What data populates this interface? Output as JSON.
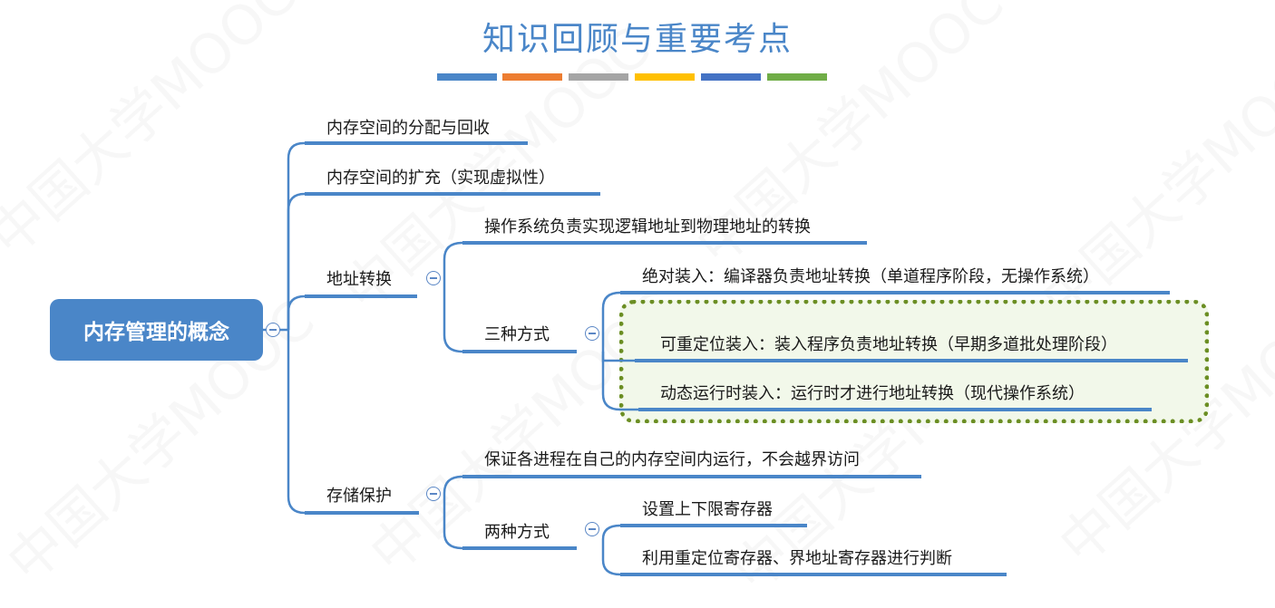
{
  "title": "知识回顾与重要考点",
  "color_strip": [
    "#4a86c8",
    "#ed7d31",
    "#a5a5a5",
    "#ffc000",
    "#4472c4",
    "#70ad47"
  ],
  "watermark": "中国大学MOOC",
  "root": {
    "label": "内存管理的概念"
  },
  "branches": {
    "alloc": {
      "label": "内存空间的分配与回收"
    },
    "expand": {
      "label": "内存空间的扩充（实现虚拟性）"
    },
    "addr": {
      "label": "地址转换",
      "desc": "操作系统负责实现逻辑地址到物理地址的转换",
      "methods": {
        "label": "三种方式",
        "absolute": "绝对装入：编译器负责地址转换（单道程序阶段，无操作系统）",
        "relocatable": "可重定位装入：装入程序负责地址转换（早期多道批处理阶段）",
        "dynamic": "动态运行时装入：运行时才进行地址转换（现代操作系统）"
      }
    },
    "protect": {
      "label": "存储保护",
      "desc": "保证各进程在自己的内存空间内运行，不会越界访问",
      "methods": {
        "label": "两种方式",
        "bounds": "设置上下限寄存器",
        "reloc_reg": "利用重定位寄存器、界地址寄存器进行判断"
      }
    }
  },
  "colors": {
    "accent": "#4a86c8",
    "highlight_border": "#6b8e23",
    "highlight_fill": "#f2f8ea"
  }
}
